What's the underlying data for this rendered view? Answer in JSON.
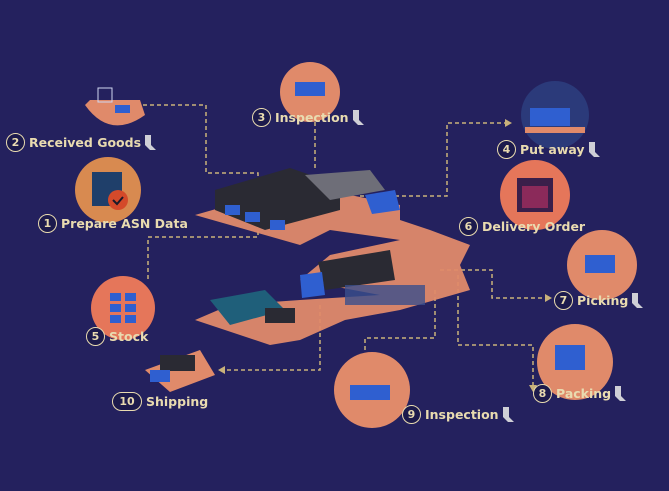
{
  "steps": [
    {
      "number": "1",
      "label": "Prepare ASN Data"
    },
    {
      "number": "2",
      "label": "Received Goods"
    },
    {
      "number": "3",
      "label": "Inspection"
    },
    {
      "number": "4",
      "label": "Put away"
    },
    {
      "number": "5",
      "label": "Stock"
    },
    {
      "number": "6",
      "label": "Delivery Order"
    },
    {
      "number": "7",
      "label": "Picking"
    },
    {
      "number": "8",
      "label": "Packing"
    },
    {
      "number": "9",
      "label": "Inspection"
    },
    {
      "number": "10",
      "label": "Shipping"
    }
  ],
  "colors": {
    "background": "#24215e",
    "label": "#e9dbb0",
    "floor": "#e08a6a",
    "accent_blue": "#2f5fd0",
    "dash": "#c9b27a"
  }
}
